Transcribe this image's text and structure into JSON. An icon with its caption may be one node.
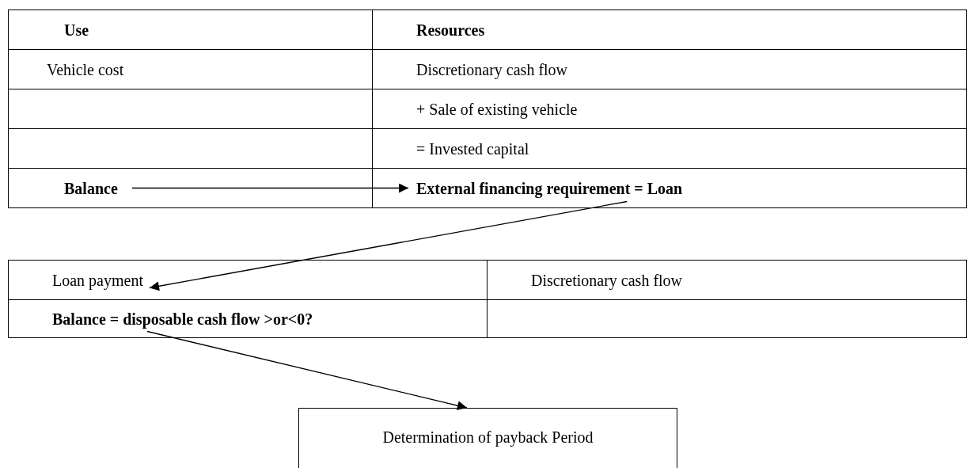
{
  "diagram": {
    "nodes": [
      {
        "text": [
          "Balance"
        ]
      },
      {
        "text": [
          "External financing requirement = Loan"
        ]
      },
      {
        "text": [
          "Loan payment"
        ]
      },
      {
        "text": [
          "Balance = disposable cash flow >or<0?"
        ]
      },
      {
        "text": [
          "Determination of payback Period"
        ]
      }
    ],
    "edges": [
      {
        "from": 0,
        "to": 1,
        "arrow": "to"
      },
      {
        "from": 1,
        "to": 2,
        "arrow": "to"
      },
      {
        "from": 3,
        "to": 4,
        "arrow": "to"
      }
    ],
    "labels": [
      "Use",
      "Resources",
      "Vehicle cost",
      "Discretionary cash flow",
      "+ Sale of existing vehicle",
      "= Invested capital",
      "Discretionary cash flow"
    ]
  }
}
